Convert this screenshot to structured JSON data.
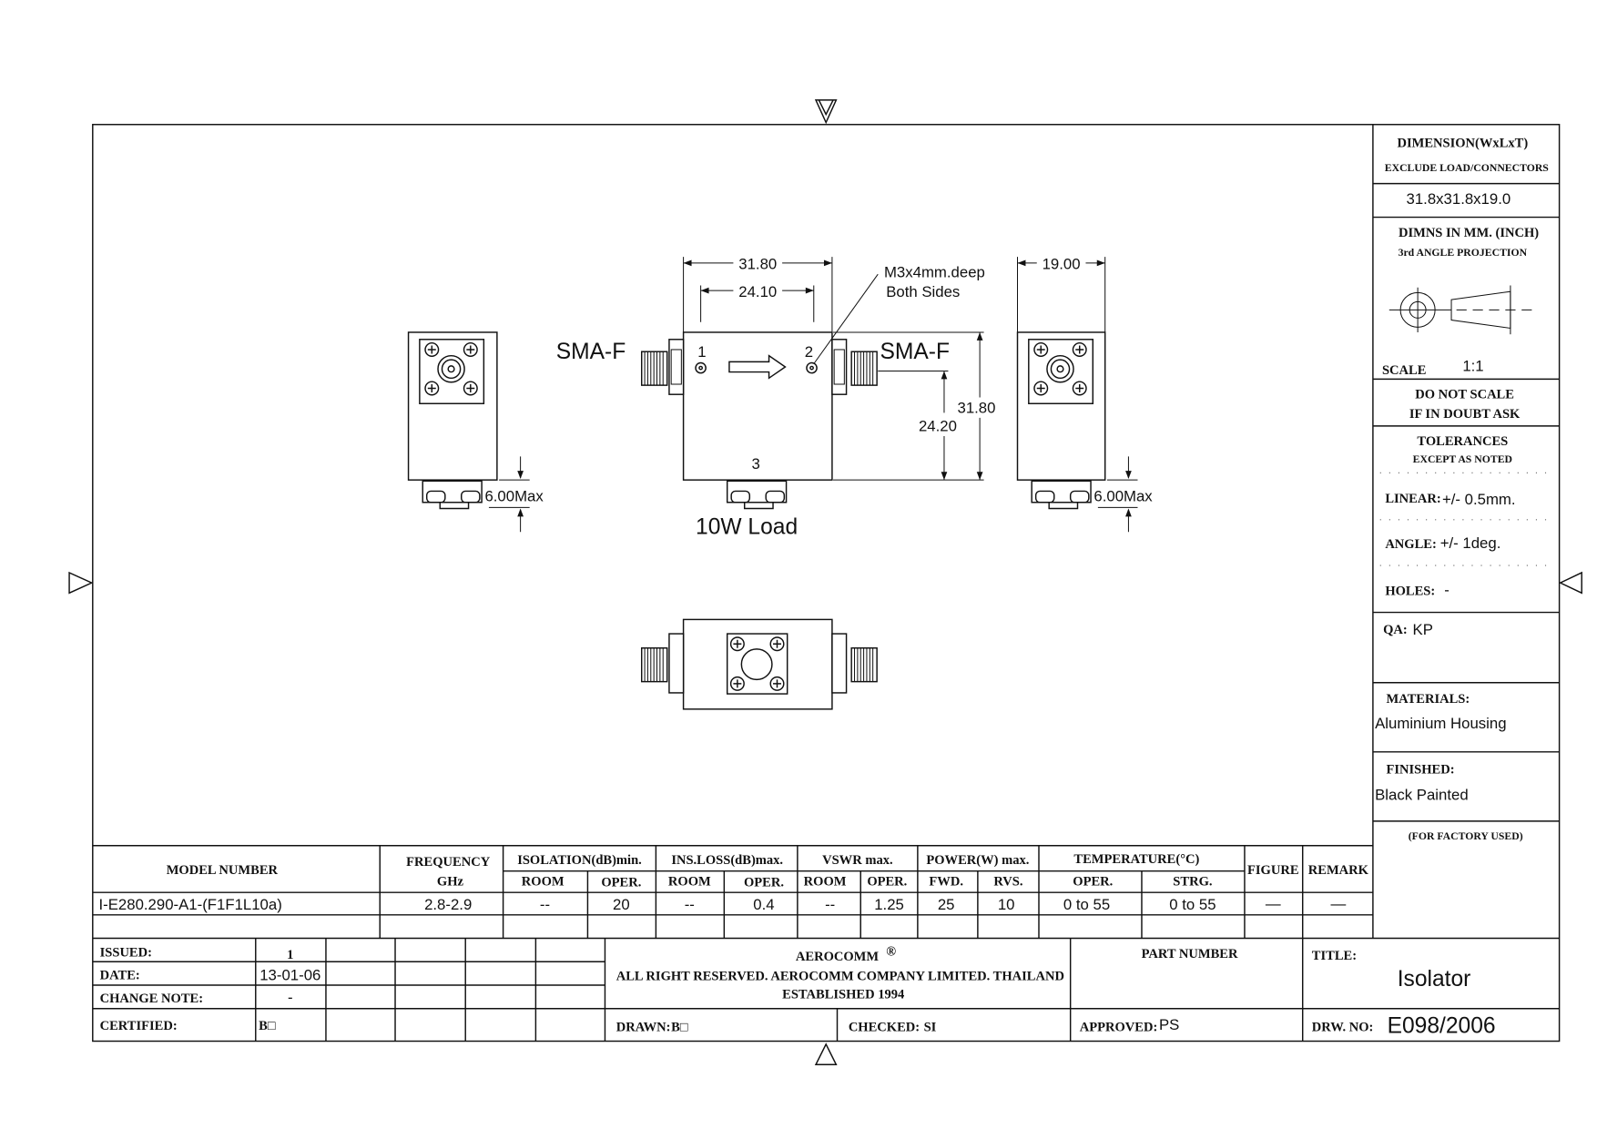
{
  "views": {
    "connector_label": "SMA-F",
    "port_1": "1",
    "port_2": "2",
    "port_3": "3",
    "load_label": "10W Load",
    "dim_width": "31.80",
    "dim_hole_spacing": "24.10",
    "dim_height": "31.80",
    "dim_connector_height": "24.20",
    "dim_thickness": "19.00",
    "dim_load_max": "6.00Max",
    "hole_note_line1": "M3x4mm.deep",
    "hole_note_line2": "Both Sides"
  },
  "side_panel": {
    "dimension_title": "DIMENSION(WxLxT)",
    "dimension_sub": "EXCLUDE LOAD/CONNECTORS",
    "dimension_value": "31.8x31.8x19.0",
    "units": "DIMNS  IN  MM.  (INCH)",
    "projection": "3rd  ANGLE  PROJECTION",
    "scale_label": "SCALE",
    "scale_value": "1:1",
    "no_scale_1": "DO  NOT  SCALE",
    "no_scale_2": "IF  IN  DOUBT  ASK",
    "tolerances": "TOLERANCES",
    "except": "EXCEPT  AS  NOTED",
    "linear_label": "LINEAR:",
    "linear_value": "+/-  0.5mm.",
    "angle_label": "ANGLE:",
    "angle_value": "+/-  1deg.",
    "holes_label": "HOLES:",
    "holes_value": "-",
    "qa_label": "QA:",
    "qa_value": "KP",
    "materials_label": "MATERIALS:",
    "materials_value": "Aluminium  Housing",
    "finished_label": "FINISHED:",
    "finished_value": "Black  Painted",
    "factory": "(FOR  FACTORY  USED)"
  },
  "spec_table": {
    "headers": {
      "model": "MODEL  NUMBER",
      "frequency": "FREQUENCY",
      "frequency_unit": "GHz",
      "isolation": "ISOLATION(dB)min.",
      "insloss": "INS.LOSS(dB)max.",
      "vswr": "VSWR  max.",
      "power": "POWER(W)  max.",
      "temperature": "TEMPERATURE(°C)",
      "figure": "FIGURE",
      "remark": "REMARK",
      "room": "ROOM",
      "oper": "OPER.",
      "fwd": "FWD.",
      "rvs": "RVS.",
      "strg": "STRG."
    },
    "row": {
      "model": "I-E280.290-A1-(F1F1L10a)",
      "frequency": "2.8-2.9",
      "isolation_room": "--",
      "isolation_oper": "20",
      "insloss_room": "--",
      "insloss_oper": "0.4",
      "vswr_room": "--",
      "vswr_oper": "1.25",
      "power_fwd": "25",
      "power_rvs": "10",
      "temp_oper": "0 to 55",
      "temp_strg": "0 to 55",
      "figure": "—",
      "remark": "—"
    }
  },
  "title_block": {
    "issued_label": "ISSUED:",
    "issued_value": "1",
    "date_label": "DATE:",
    "date_value": "13-01-06",
    "change_label": "CHANGE  NOTE:",
    "change_value": "-",
    "certified_label": "CERTIFIED:",
    "certified_value": "B□",
    "company": "AEROCOMM",
    "registered": "®",
    "rights": "ALL  RIGHT  RESERVED.  AEROCOMM  COMPANY  LIMITED.  THAILAND",
    "established": "ESTABLISHED  1994",
    "part_number_label": "PART  NUMBER",
    "title_label": "TITLE:",
    "title_value": "Isolator",
    "drawn_label": "DRAWN:",
    "drawn_value": "B□",
    "checked_label": "CHECKED:",
    "checked_value": "SI",
    "approved_label": "APPROVED:",
    "approved_value": "PS",
    "drw_no_label": "DRW.  NO:",
    "drw_no_value": "E098/2006"
  }
}
